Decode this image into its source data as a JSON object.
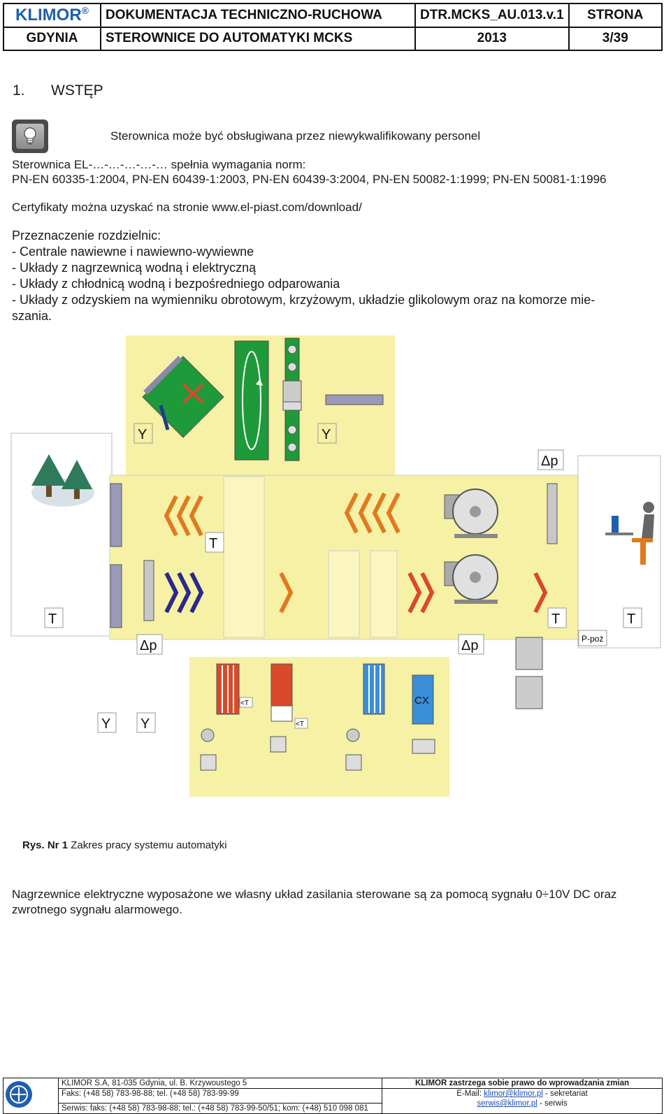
{
  "header": {
    "brand": "KLIMOR",
    "brand_mark": "®",
    "city": "GDYNIA",
    "doc_title": "DOKUMENTACJA TECHNICZNO-RUCHOWA",
    "doc_subtitle": "STEROWNICE DO AUTOMATYKI MCKS",
    "doc_code": "DTR.MCKS_AU.013.v.1",
    "year": "2013",
    "page_label": "STRONA",
    "page_number": "3/39"
  },
  "section": {
    "number": "1.",
    "title": "WSTĘP"
  },
  "note": "Sterownica może być obsługiwana przez niewykwalifikowany personel",
  "norms_intro": "Sterownica EL-…-…-…-…-… spełnia wymagania norm:",
  "norms_list": "PN-EN 60335-1:2004, PN-EN 60439-1:2003, PN-EN 60439-3:2004, PN-EN 50082-1:1999; PN-EN 50081-1:1996",
  "certs": "Certyfikaty można uzyskać na stronie www.el-piast.com/download/",
  "purpose": {
    "heading": "Przeznaczenie rozdzielnic:",
    "items": [
      "- Centrale nawiewne i nawiewno-wywiewne",
      "- Układy z nagrzewnicą wodną i elektryczną",
      "- Układy z chłodnicą wodną i bezpośredniego odparowania",
      "- Układy z odzyskiem na wymienniku obrotowym, krzyżowym, układzie glikolowym oraz na komorze mie-",
      "szania."
    ]
  },
  "figure": {
    "labels": {
      "y": "Y",
      "t": "T",
      "dp": "Δp",
      "lt": "<T",
      "cx": "CX",
      "ppoz": "P-poż"
    },
    "caption_prefix": "Rys. Nr 1",
    "caption": "Zakres pracy systemu automatyki"
  },
  "note2": [
    "Nagrzewnice elektryczne wyposażone we własny układ zasilania sterowane są za pomocą sygnału 0÷10V DC oraz",
    "zwrotnego sygnału alarmowego."
  ],
  "footer": {
    "address": "KLIMOR S.A, 81-035 Gdynia, ul. B. Krzywoustego 5",
    "fax": "Faks: (+48 58) 783-98-88; tel. (+48 58) 783-99-99",
    "service": "Serwis: faks: (+48 58) 783-98-88; tel.: (+48 58) 783-99-50/51; kom: (+48) 510 098 081",
    "rights": "KLIMOR zastrzega sobie prawo do wprowadzania zmian",
    "email_prefix": "E-Mail:",
    "email1": "klimor@klimor.pl",
    "email1_note": "- sekretariat",
    "email2": "serwis@klimor.pl",
    "email2_note": "- serwis"
  },
  "colors": {
    "brand": "#1f5fb0",
    "unit_fill": "#f7f1a6",
    "green": "#1e9a3a",
    "heater": "#d84a2b",
    "cooler": "#3a8fd8"
  }
}
